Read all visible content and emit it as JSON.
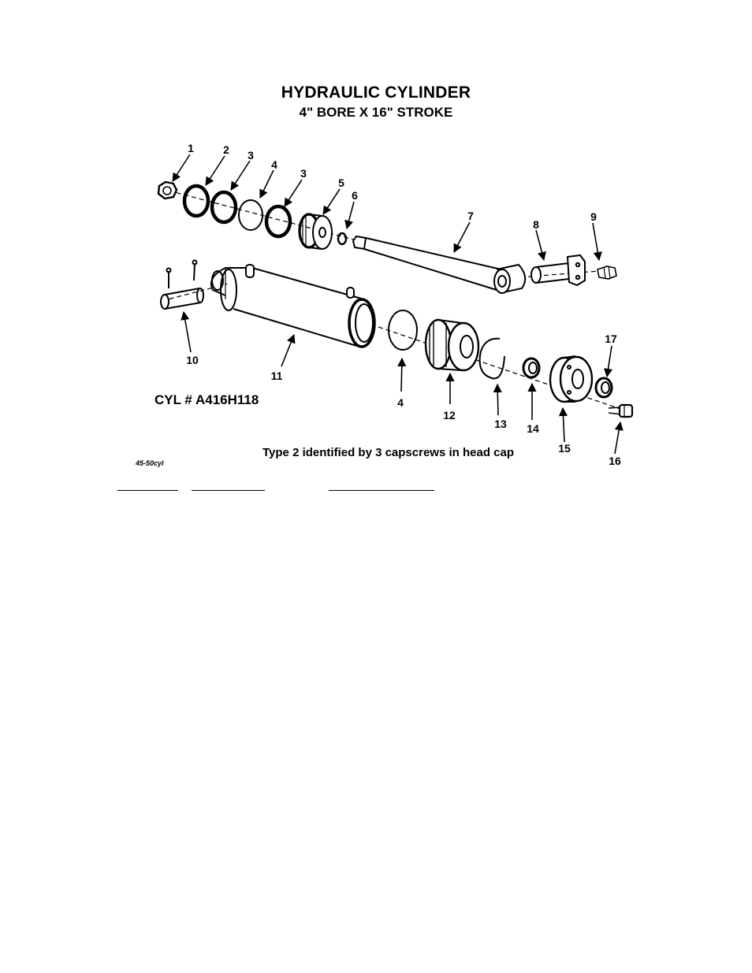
{
  "title": "HYDRAULIC CYLINDER",
  "subtitle": "4\" BORE X 16\" STROKE",
  "cylinder_number": "CYL # A416H118",
  "type_note": "Type 2 identified by 3 capscrews in head cap",
  "reference_code": "45-50cyl",
  "callouts": [
    "1",
    "2",
    "3",
    "4",
    "3",
    "5",
    "6",
    "7",
    "8",
    "9",
    "10",
    "11",
    "4",
    "12",
    "13",
    "14",
    "15",
    "16",
    "17"
  ]
}
